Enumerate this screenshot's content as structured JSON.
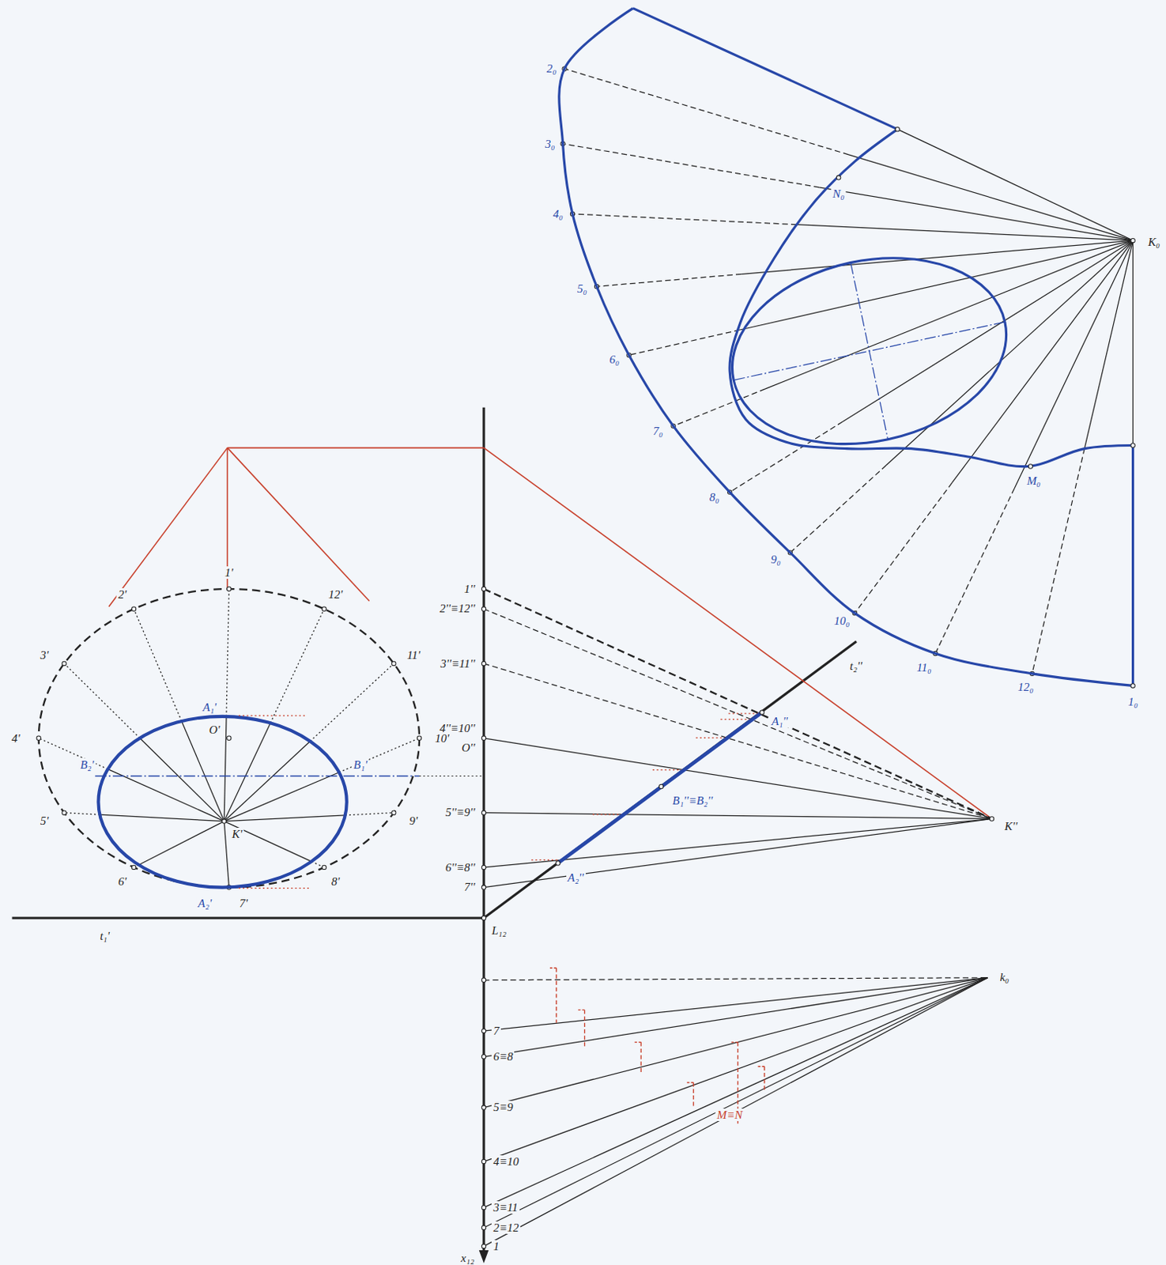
{
  "diagram": {
    "labels": [
      "1'",
      "2'",
      "3'",
      "4'",
      "5'",
      "6'",
      "7'",
      "8'",
      "9'",
      "10'",
      "11'",
      "12'",
      "K'",
      "O'",
      "A₁'",
      "A₂'",
      "B₁'",
      "B₂'",
      "t₁'",
      "1''",
      "2''≡12''",
      "3''≡11''",
      "4''≡10''",
      "O''",
      "5''≡9''",
      "6''≡8''",
      "7''",
      "K''",
      "A₁''",
      "A₂''",
      "B₁''≡B₂''",
      "t₂''",
      "L₁₂",
      "x₁₂",
      "k₀",
      "7",
      "6≡8",
      "5≡9",
      "4≡10",
      "3≡11",
      "2≡12",
      "1",
      "M≡N",
      "K₀",
      "1₀",
      "2₀",
      "3₀",
      "4₀",
      "5₀",
      "6₀",
      "7₀",
      "8₀",
      "9₀",
      "10₀",
      "11₀",
      "12₀",
      "N₀",
      "M₀"
    ]
  }
}
